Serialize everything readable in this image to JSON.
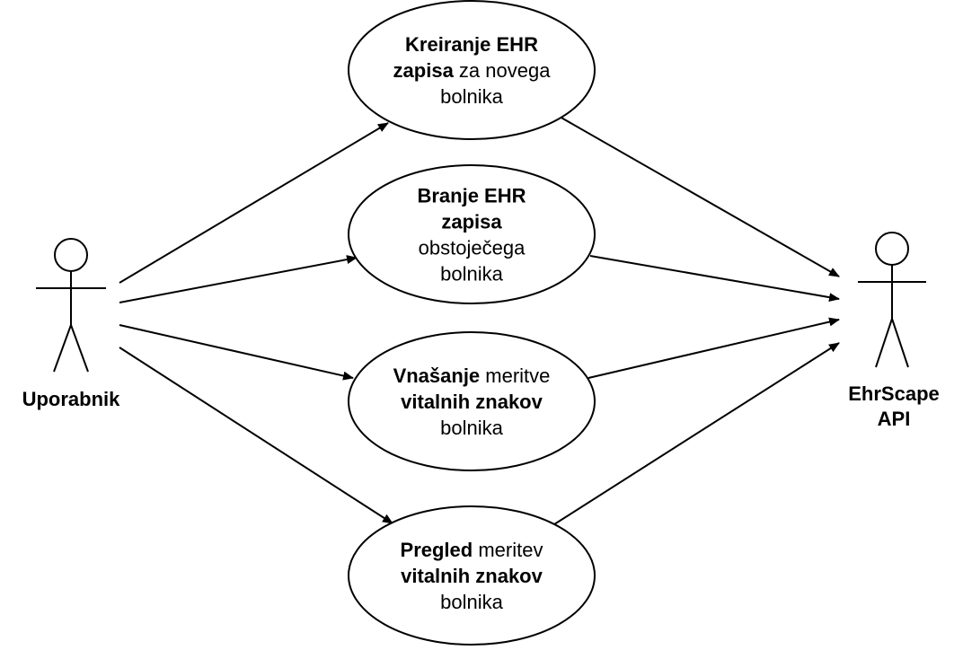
{
  "actors": {
    "user": {
      "label": "Uporabnik"
    },
    "api": {
      "label_lines": [
        "EhrScape",
        "API"
      ]
    }
  },
  "use_cases": [
    {
      "id": "create",
      "lines": [
        [
          {
            "text": "Kreiranje EHR",
            "bold": true
          }
        ],
        [
          {
            "text": "zapisa",
            "bold": true
          },
          {
            "text": " za novega",
            "bold": false
          }
        ],
        [
          {
            "text": "bolnika",
            "bold": false
          }
        ]
      ]
    },
    {
      "id": "read",
      "lines": [
        [
          {
            "text": "Branje EHR",
            "bold": true
          }
        ],
        [
          {
            "text": "zapisa",
            "bold": true
          }
        ],
        [
          {
            "text": "obstoječega",
            "bold": false
          }
        ],
        [
          {
            "text": "bolnika",
            "bold": false
          }
        ]
      ]
    },
    {
      "id": "enter",
      "lines": [
        [
          {
            "text": "Vnašanje",
            "bold": true
          },
          {
            "text": " meritve",
            "bold": false
          }
        ],
        [
          {
            "text": "vitalnih znakov",
            "bold": true
          }
        ],
        [
          {
            "text": "bolnika",
            "bold": false
          }
        ]
      ]
    },
    {
      "id": "view",
      "lines": [
        [
          {
            "text": "Pregled",
            "bold": true
          },
          {
            "text": " meritev",
            "bold": false
          }
        ],
        [
          {
            "text": "vitalnih znakov",
            "bold": true
          }
        ],
        [
          {
            "text": "bolnika",
            "bold": false
          }
        ]
      ]
    }
  ]
}
